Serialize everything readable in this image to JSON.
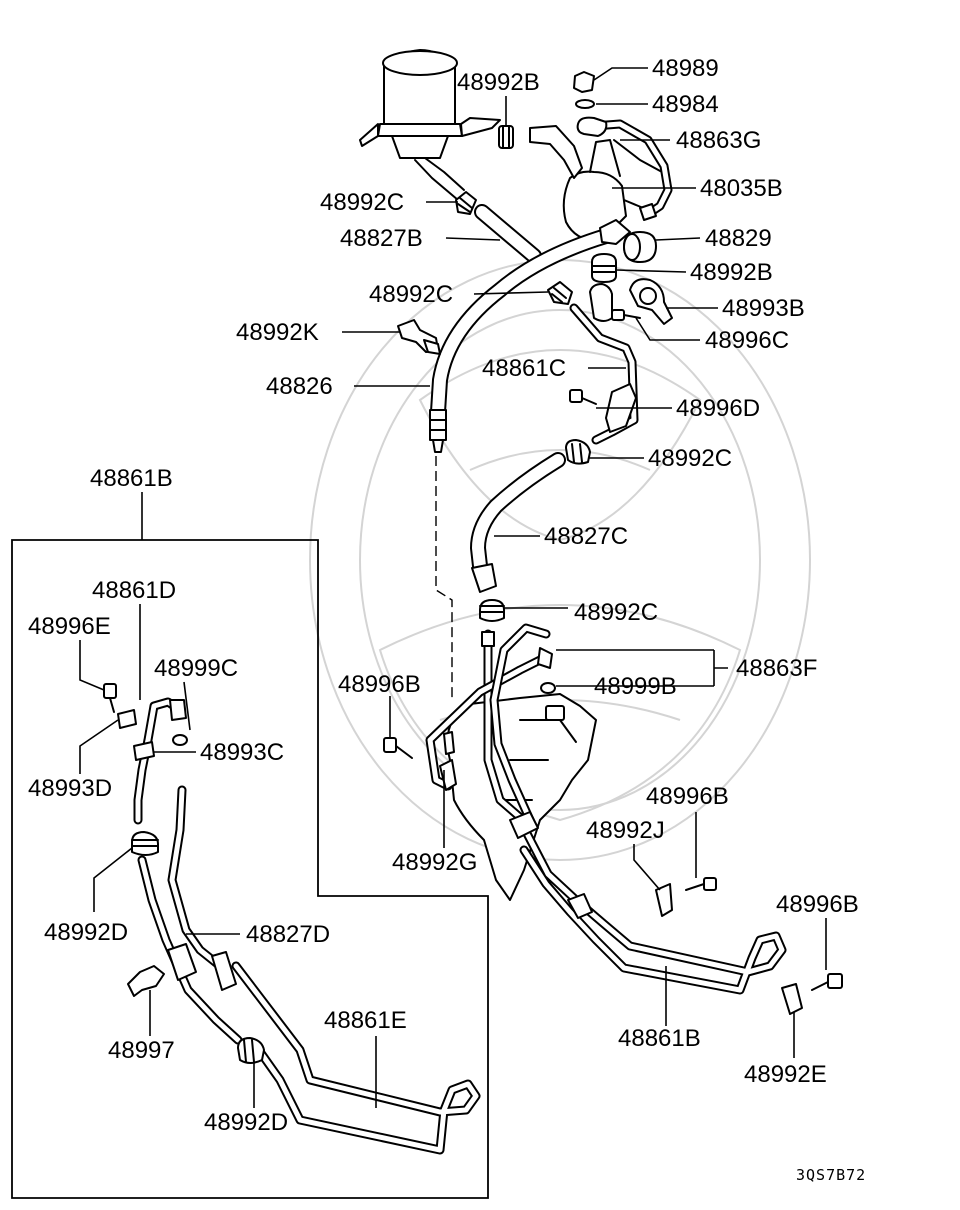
{
  "diagram": {
    "reference_code": "3QS7B72",
    "part_labels": {
      "p48989": "48989",
      "p48992B_top": "48992B",
      "p48984": "48984",
      "p48863G": "48863G",
      "p48035B": "48035B",
      "p48992C_a": "48992C",
      "p48827B": "48827B",
      "p48829": "48829",
      "p48992B_mid": "48992B",
      "p48992C_b": "48992C",
      "p48993B": "48993B",
      "p48992K": "48992K",
      "p48996C": "48996C",
      "p48861C": "48861C",
      "p48826": "48826",
      "p48996D": "48996D",
      "p48992C_c": "48992C",
      "p48861B_top": "48861B",
      "p48827C": "48827C",
      "p48861D": "48861D",
      "p48992C_d": "48992C",
      "p48996E": "48996E",
      "p48999C": "48999C",
      "p48863F": "48863F",
      "p48996B_a": "48996B",
      "p48999B": "48999B",
      "p48993C": "48993C",
      "p48993D": "48993D",
      "p48996B_b": "48996B",
      "p48992J": "48992J",
      "p48992G": "48992G",
      "p48996B_c": "48996B",
      "p48992D_a": "48992D",
      "p48827D": "48827D",
      "p48861E": "48861E",
      "p48861B_bottom": "48861B",
      "p48997": "48997",
      "p48992E": "48992E",
      "p48992D_b": "48992D"
    }
  }
}
